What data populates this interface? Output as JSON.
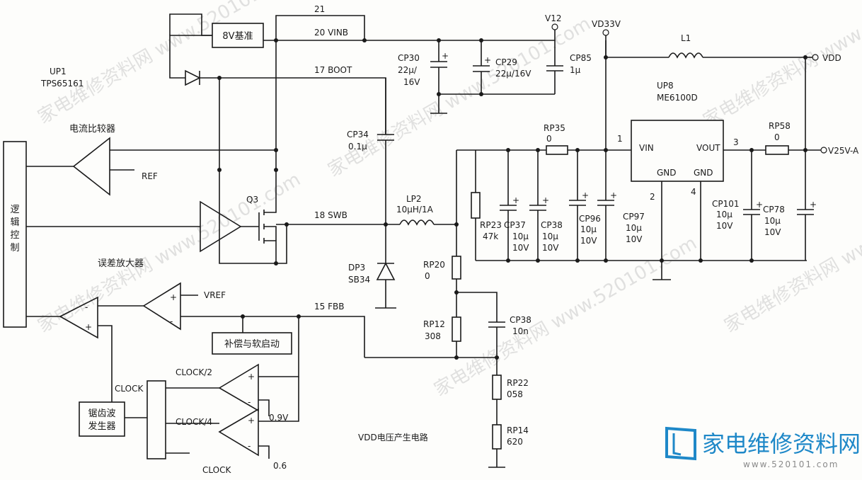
{
  "watermark": "家电维修资料网 www.520101.com",
  "logo": {
    "text": "家电维修资料网",
    "url": "www.520101.com"
  },
  "caption": "VDD电压产生电路",
  "ic": {
    "name": "UP1",
    "part": "TPS65161"
  },
  "ldo": {
    "name": "UP8",
    "part": "ME6100D",
    "vin": "VIN",
    "vout": "VOUT",
    "gnd1": "GND",
    "gnd2": "GND",
    "pin1": "1",
    "pin2": "2",
    "pin3": "3",
    "pin4": "4"
  },
  "blocks": {
    "ref8v": "8V基准",
    "logic": "逻辑控制",
    "sawtooth1": "锯齿波",
    "sawtooth2": "发生器",
    "comp_soft": "补偿与软启动",
    "current_cmp": "电流比较器",
    "error_amp": "误差放大器"
  },
  "pins": {
    "p21": "21",
    "p20": "20  VINB",
    "p17": "17  BOOT",
    "p18": "18  SWB",
    "p15": "15  FBB"
  },
  "nets": {
    "v12": "V12",
    "vd33v": "VD33V",
    "vdd": "VDD",
    "v25va": "V25V-A",
    "ref": "REF",
    "vref": "VREF",
    "clock_half": "CLOCK/2",
    "clock_quarter": "CLOCK/4",
    "clock": "CLOCK",
    "clock2": "CLOCK",
    "v09": "0.9V",
    "v06": "0.6"
  },
  "transistor": {
    "name": "Q3"
  },
  "components": {
    "cp30": [
      "CP30",
      "22μ/",
      "16V"
    ],
    "cp29": [
      "CP29",
      "22μ/16V"
    ],
    "cp85": [
      "CP85",
      "1μ"
    ],
    "cp34": [
      "CP34",
      "0.1μ"
    ],
    "lp2": [
      "LP2",
      "10μH/1A"
    ],
    "dp3": [
      "DP3",
      "SB34"
    ],
    "l1": [
      "L1"
    ],
    "rp35": [
      "RP35",
      "0"
    ],
    "rp23": [
      "RP23",
      "47k"
    ],
    "cp37": [
      "CP37",
      "10μ",
      "10V"
    ],
    "cp38a": [
      "CP38",
      "10μ",
      "10V"
    ],
    "cp96": [
      "CP96",
      "10μ",
      "10V"
    ],
    "cp97": [
      "CP97",
      "10μ",
      "10V"
    ],
    "rp58": [
      "RP58",
      "0"
    ],
    "cp101": [
      "CP101",
      "10μ",
      "10V"
    ],
    "cp78": [
      "CP78",
      "10μ",
      "10V"
    ],
    "rp20": [
      "RP20",
      "0"
    ],
    "rp12": [
      "RP12",
      "308"
    ],
    "cp38b": [
      "CP38",
      "10n"
    ],
    "rp22": [
      "RP22",
      "058"
    ],
    "rp14": [
      "RP14",
      "620"
    ]
  },
  "amp_signs": {
    "plus": "+",
    "minus": "-"
  }
}
